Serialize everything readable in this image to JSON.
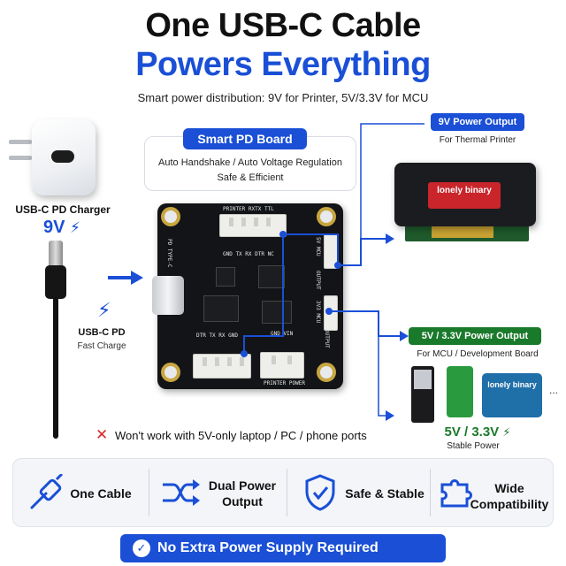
{
  "header": {
    "title_line1": "One USB-C Cable",
    "title_line2": "Powers Everything",
    "subtitle": "Smart power distribution: 9V for Printer, 5V/3.3V for MCU"
  },
  "charger": {
    "label": "USB-C PD Charger",
    "voltage": "9V",
    "pd_label": "USB-C PD",
    "pd_sub": "Fast Charge"
  },
  "board_info": {
    "title": "Smart PD Board",
    "line1": "Auto Handshake / Auto Voltage Regulation",
    "line2": "Safe & Efficient"
  },
  "board_silk": {
    "top_header": "PRINTER RXTX TTL",
    "top_pins": "GND TX RX DTR NC",
    "left_side": "PD TYPE-C",
    "right_5v": "5V MCU",
    "right_output": "OUTPUT",
    "right_3v3": "3V3 MCU",
    "bottom_left_pins": "DTR TX RX GND",
    "bottom_right_pins": "GND VIN",
    "bottom_right_header": "PRINTER POWER"
  },
  "output_9v": {
    "label": "9V Power Output",
    "sub": "For Thermal Printer",
    "printer_brand": "lonely binary"
  },
  "output_5v": {
    "label": "5V / 3.3V Power Output",
    "sub": "For MCU / Development Board",
    "mcu_brand": "lonely binary",
    "ellipsis": "...",
    "voltage": "5V / 3.3V",
    "voltage_sub": "Stable Power"
  },
  "warning": {
    "icon": "✕",
    "text": "Won't work with 5V-only laptop / PC / phone ports"
  },
  "features": [
    {
      "icon": "usb-cable-icon",
      "label": "One Cable"
    },
    {
      "icon": "split-arrows-icon",
      "label": "Dual Power Output"
    },
    {
      "icon": "shield-check-icon",
      "label": "Safe & Stable"
    },
    {
      "icon": "puzzle-icon",
      "label": "Wide Compatibility"
    }
  ],
  "banner": {
    "check": "✓",
    "text": "No Extra Power Supply Required"
  },
  "colors": {
    "brand_blue": "#1a4fd6",
    "brand_green": "#1a7a2b",
    "warning_red": "#d62b2b"
  }
}
